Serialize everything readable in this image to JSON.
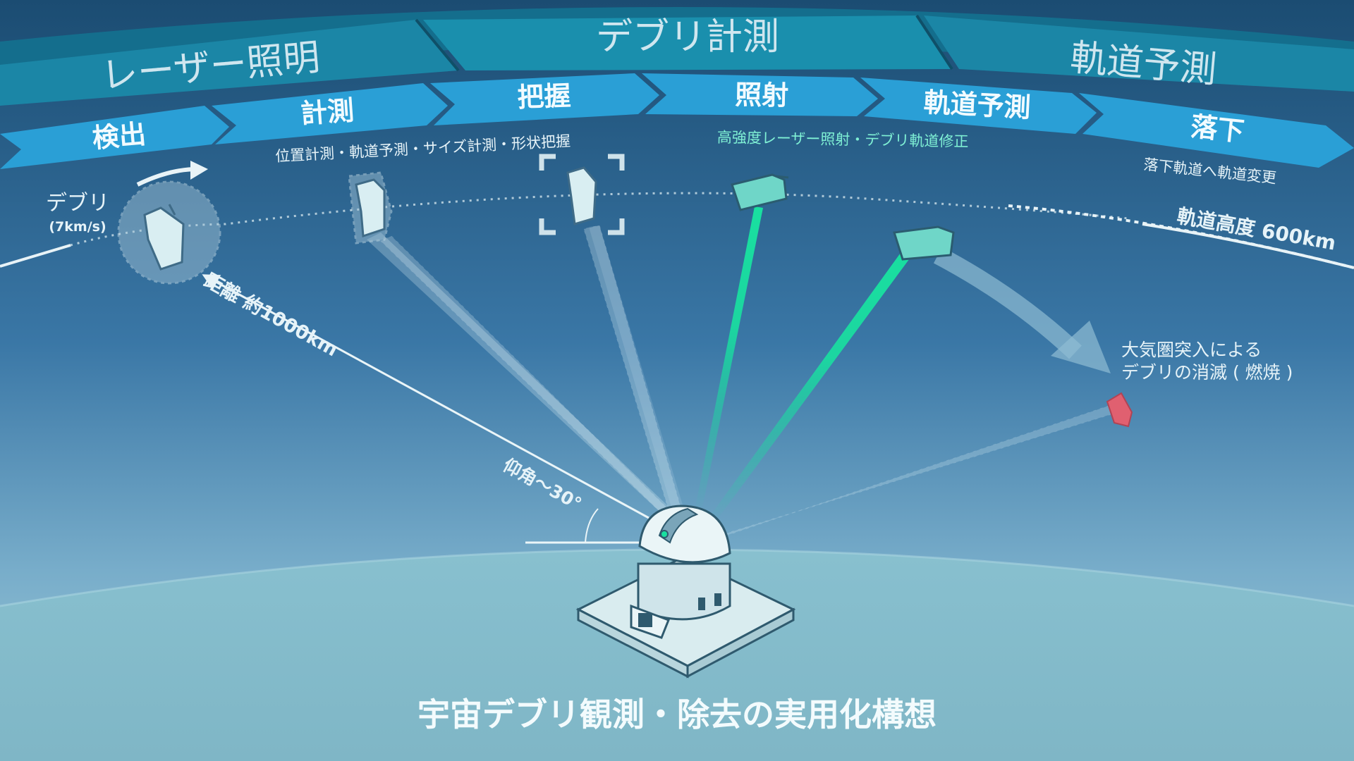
{
  "phases": {
    "top": [
      "レーザー照明",
      "デブリ計測",
      "軌道予測"
    ],
    "steps": [
      "検出",
      "計測",
      "把握",
      "照射",
      "軌道予測",
      "落下"
    ]
  },
  "notes": {
    "measure": "位置計測・軌道予測・サイズ計測・形状把握",
    "irradiate": "高強度レーザー照射・デブリ軌道修正",
    "fall": "落下軌道へ軌道変更"
  },
  "labels": {
    "debris": "デブリ",
    "debris_speed": "(7km/s)",
    "distance": "距離 約1000km",
    "elevation": "仰角〜30°",
    "orbit_altitude": "軌道高度 600km",
    "reentry_line1": "大気圏突入による",
    "reentry_line2": "デブリの消滅 ( 燃焼 )"
  },
  "title": "宇宙デブリ観測・除去の実用化構想",
  "colors": {
    "banner_top": "#1b8aa6",
    "banner_step": "#2a9fd6",
    "laser": "#19e0a0",
    "debris_white": "#d9eef2",
    "debris_lit": "#6fd6c8",
    "debris_burn": "#e06070"
  }
}
